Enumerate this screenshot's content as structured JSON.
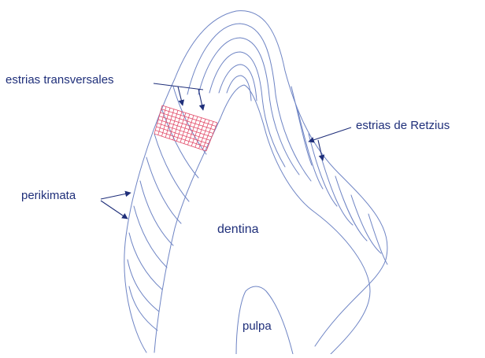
{
  "diagram": {
    "labels": {
      "estrias_transversales": "estrias transversales",
      "estrias_retzius": "estrias de Retzius",
      "perikimata": "perikimata",
      "dentina": "dentina",
      "pulpa": "pulpa"
    },
    "colors": {
      "line": "#6e84c4",
      "text": "#1f2f7a",
      "arrow": "#1f2f7a",
      "grid": "#e24c6a"
    }
  }
}
